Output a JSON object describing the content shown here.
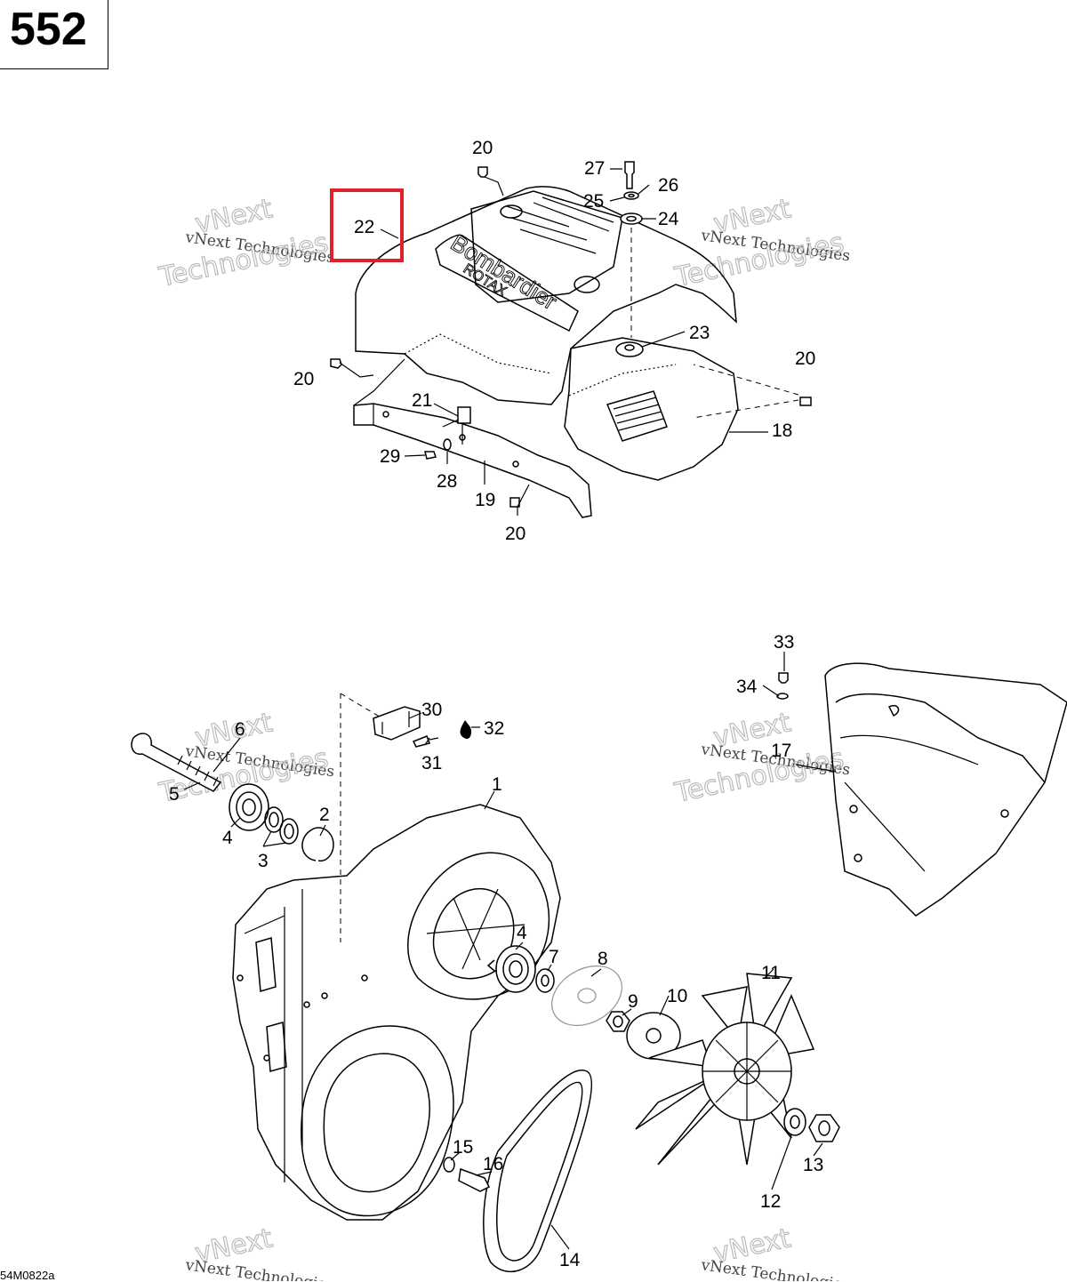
{
  "page_number": "552",
  "figure_code": "54M0822a",
  "highlighted_callout": "22",
  "watermark": {
    "brand": "vNext",
    "small_text": "vNext Technologies",
    "large_text": "Technologies"
  },
  "callouts": {
    "c1": "1",
    "c2": "2",
    "c3": "3",
    "c4a": "4",
    "c4b": "4",
    "c5": "5",
    "c6": "6",
    "c7": "7",
    "c8": "8",
    "c9": "9",
    "c10": "10",
    "c11": "11",
    "c12": "12",
    "c13": "13",
    "c14": "14",
    "c15": "15",
    "c16": "16",
    "c17": "17",
    "c18": "18",
    "c19": "19",
    "c20a": "20",
    "c20b": "20",
    "c20c": "20",
    "c20d": "20",
    "c21": "21",
    "c22": "22",
    "c23": "23",
    "c24": "24",
    "c25": "25",
    "c26": "26",
    "c27": "27",
    "c28": "28",
    "c29": "29",
    "c30": "30",
    "c31": "31",
    "c32": "32",
    "c33": "33",
    "c34": "34"
  },
  "colors": {
    "highlight": "#e0202a",
    "ink": "#000000",
    "watermark": "#bbbbbb"
  }
}
